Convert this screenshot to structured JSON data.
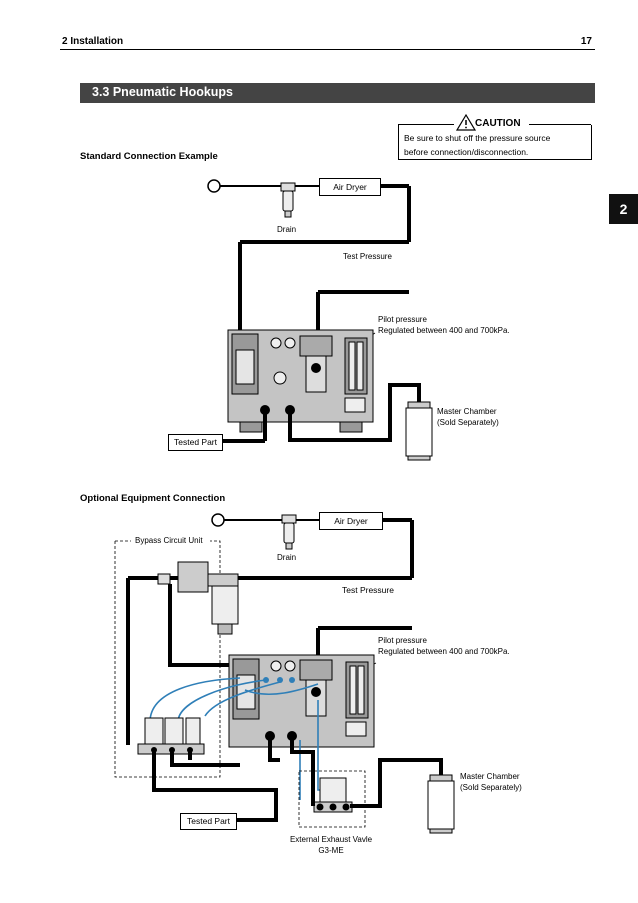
{
  "header": {
    "chapter": "2 Installation",
    "page_number": "17"
  },
  "chapter_tab": "2",
  "section": {
    "title": "3.3   Pneumatic Hookups"
  },
  "caution": {
    "title": "CAUTION",
    "text_line1": "Be sure to shut off the pressure source",
    "text_line2": "before connection/disconnection."
  },
  "standard": {
    "heading": "Standard Connection Example",
    "air_dryer": "Air Dryer",
    "drain": "Drain",
    "test_pressure": "Test Pressure",
    "pilot_line1": "Pilot pressure",
    "pilot_line2": "Regulated between 400 and 700kPa.",
    "master_line1": "Master Chamber",
    "master_line2": "(Sold Separately)",
    "tested_part": "Tested Part"
  },
  "optional": {
    "heading": "Optional Equipment Connection",
    "air_dryer": "Air Dryer",
    "drain": "Drain",
    "bypass": "Bypass Circuit Unit",
    "test_pressure": "Test Pressure",
    "pilot_line1": "Pilot pressure",
    "pilot_line2": "Regulated between 400 and 700kPa.",
    "master_line1": "Master Chamber",
    "master_line2": "(Sold Separately)",
    "tested_part": "Tested Part",
    "exhaust_line1": "External Exhaust Vavle",
    "exhaust_line2": "G3-ME"
  },
  "colors": {
    "pipe": "#000000",
    "pilot_tube": "#2f7fb8",
    "section_bar": "#444444",
    "unit_gray": "#b8b8b8"
  }
}
